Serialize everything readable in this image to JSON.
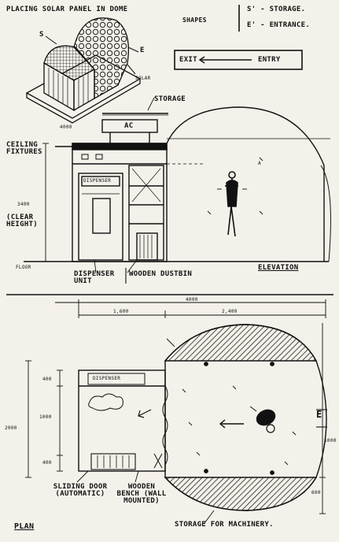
{
  "header": {
    "title_line1": "Placing solar panel in dome",
    "title_line2": "shapes",
    "legend_s": "S' - Storage.",
    "legend_e": "E' - Entrance."
  },
  "iso_labels": {
    "s": "S",
    "e": "E",
    "solar": "Solar"
  },
  "flow_box": {
    "exit": "EXIT",
    "entry": "ENTRY"
  },
  "elevation": {
    "storage": "Storage",
    "ac": "AC",
    "ceiling_fixtures": "Ceiling fixtures",
    "clear_height": "(Clear height)",
    "dim_3400": "3400",
    "dim_4000": "4000",
    "dispenser_unit": "Dispenser unit",
    "dispenser_panel": "Dispenser",
    "wooden_dustbin": "Wooden dustbin",
    "elevation_label": "Elevation",
    "floor": "Floor",
    "mark_a": "A"
  },
  "plan": {
    "dim_overall": "4000",
    "dim_1600": "1,600",
    "dim_2400": "2,400",
    "dim_2000": "2000",
    "dim_1000": "1000",
    "dim_400_top": "400",
    "dim_400_bot": "400",
    "dim_1000_right": "1000",
    "dim_600": "600",
    "dispenser": "Dispenser",
    "e_mark": "E",
    "sliding_door": "Sliding door (Automatic)",
    "wooden_bench": "Wooden bench (wall mounted)",
    "storage_machinery": "Storage for machinery.",
    "plan_label": "Plan"
  }
}
